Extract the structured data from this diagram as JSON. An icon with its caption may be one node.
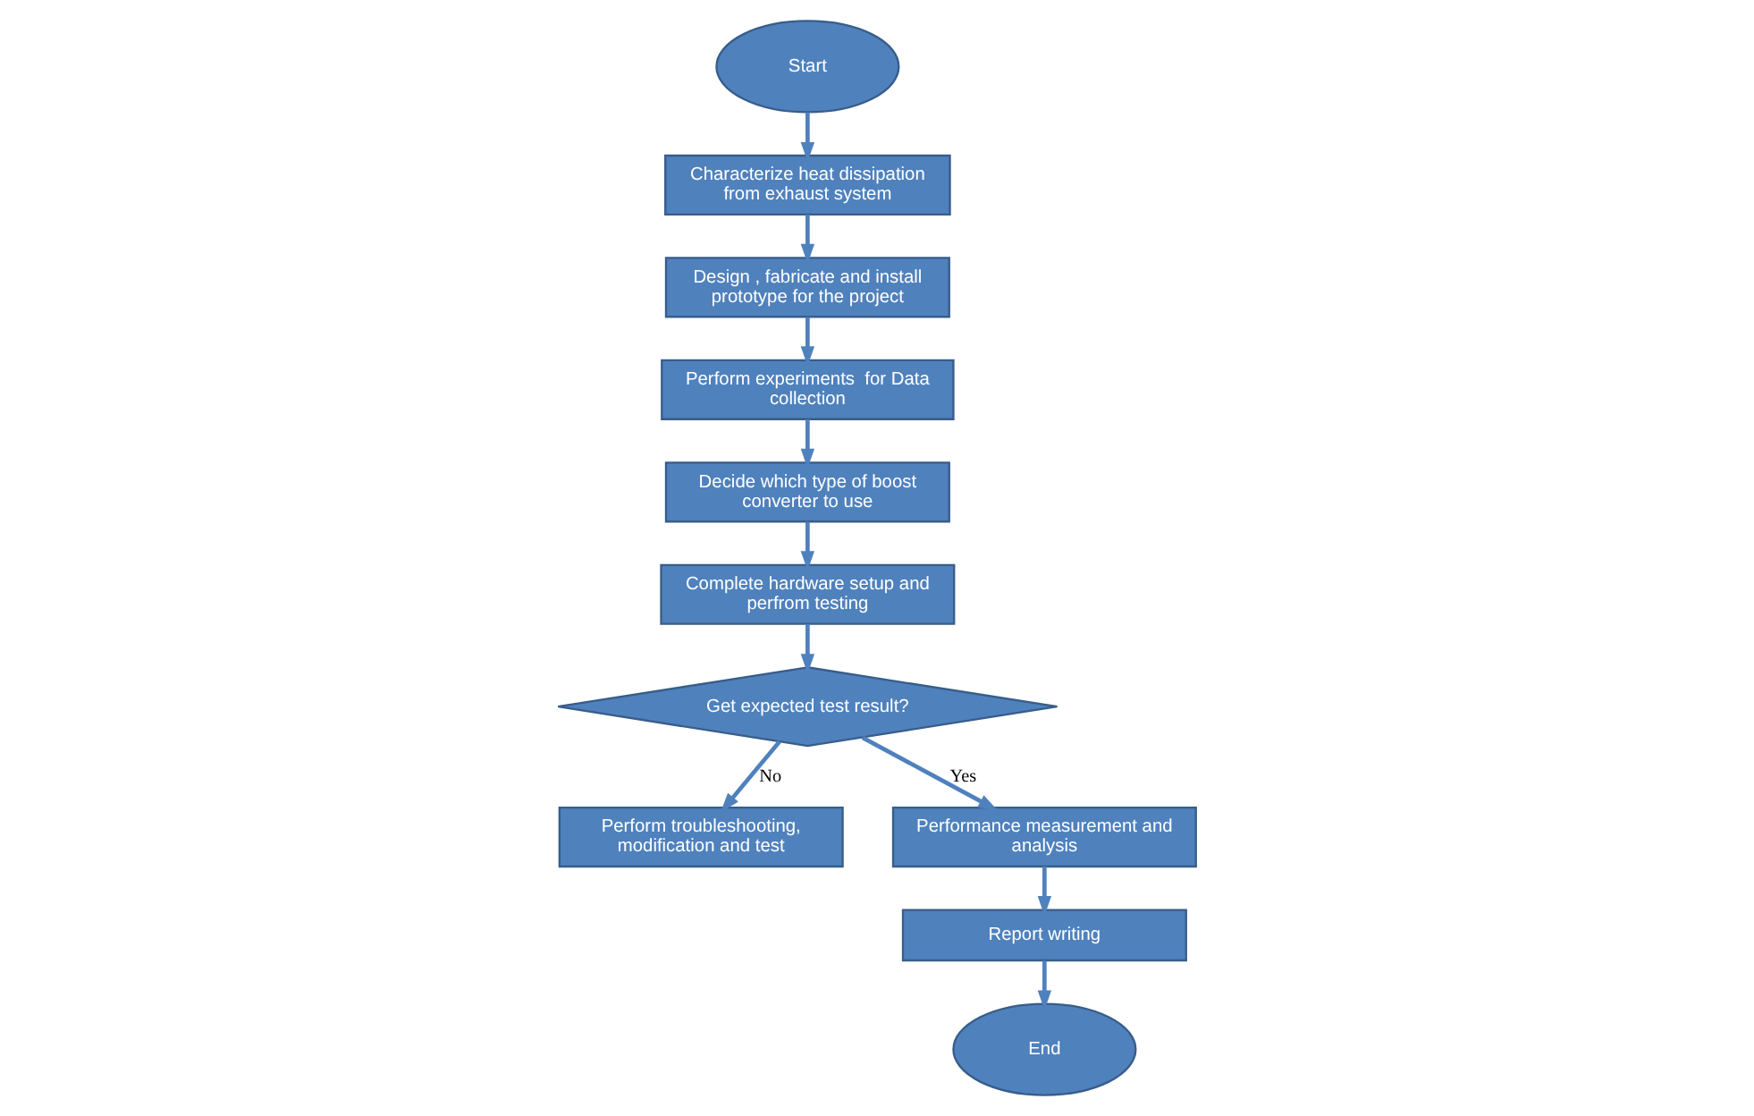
{
  "diagram": {
    "nodes": [
      {
        "text": [
          "Start"
        ]
      },
      {
        "text": [
          "Characterize heat dissipation from exhaust system"
        ]
      },
      {
        "text": [
          "Design , fabricate and install prototype for the project"
        ]
      },
      {
        "text": [
          "Perform experiments  for Data collection"
        ]
      },
      {
        "text": [
          "Decide which type of boost converter to use"
        ]
      },
      {
        "text": [
          "Complete hardware setup and perfrom testing"
        ]
      },
      {
        "text": [
          "Get expected test result?"
        ]
      },
      {
        "text": [
          "Perform troubleshooting, modification and test"
        ]
      },
      {
        "text": [
          "Performance measurement and analysis"
        ]
      },
      {
        "text": [
          "Report writing"
        ]
      },
      {
        "text": [
          "End"
        ]
      }
    ],
    "edges": [
      {
        "from": 0,
        "to": 1,
        "arrow": "to"
      },
      {
        "from": 1,
        "to": 2,
        "arrow": "to"
      },
      {
        "from": 2,
        "to": 3,
        "arrow": "to"
      },
      {
        "from": 3,
        "to": 4,
        "arrow": "to"
      },
      {
        "from": 4,
        "to": 5,
        "arrow": "to"
      },
      {
        "from": 5,
        "to": 6,
        "arrow": "to"
      },
      {
        "from": 6,
        "to": 7,
        "label": "No",
        "arrow": "to"
      },
      {
        "from": 6,
        "to": 8,
        "label": "Yes",
        "arrow": "to"
      },
      {
        "from": 8,
        "to": 9,
        "arrow": "to"
      },
      {
        "from": 9,
        "to": 10,
        "arrow": "to"
      }
    ]
  }
}
